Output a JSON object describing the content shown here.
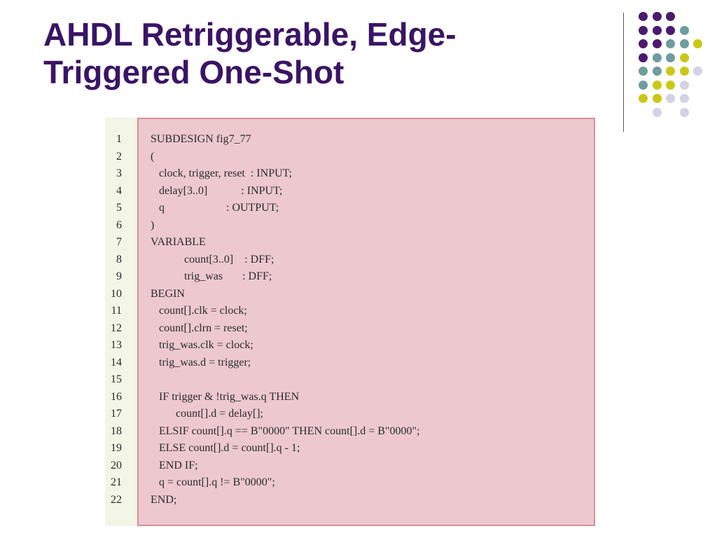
{
  "slide": {
    "title_line1": "AHDL Retriggerable, Edge-",
    "title_line2": "Triggered One-Shot"
  },
  "colors": {
    "title": "#3a1466",
    "purple": "#4b1a6e",
    "teal": "#6f9c9e",
    "yellow": "#c9c818",
    "lavender": "#d3d2e6",
    "code_background": "#edc9cf",
    "code_border": "#d88e99"
  },
  "decoration": {
    "dot_grid": [
      [
        "purple",
        "purple",
        "purple",
        "",
        ""
      ],
      [
        "purple",
        "purple",
        "purple",
        "teal",
        ""
      ],
      [
        "purple",
        "purple",
        "teal",
        "teal",
        "yellow"
      ],
      [
        "purple",
        "teal",
        "teal",
        "yellow",
        ""
      ],
      [
        "teal",
        "teal",
        "yellow",
        "yellow",
        "lavender"
      ],
      [
        "teal",
        "yellow",
        "yellow",
        "lavender",
        ""
      ],
      [
        "yellow",
        "yellow",
        "lavender",
        "lavender",
        ""
      ],
      [
        "",
        "lavender",
        "",
        "lavender",
        ""
      ]
    ]
  },
  "code": {
    "lines": [
      {
        "num": "1",
        "text": "SUBDESIGN fig7_77"
      },
      {
        "num": "2",
        "text": "("
      },
      {
        "num": "3",
        "text": "   clock, trigger, reset  : INPUT;"
      },
      {
        "num": "4",
        "text": "   delay[3..0]            : INPUT;"
      },
      {
        "num": "5",
        "text": "   q                      : OUTPUT;"
      },
      {
        "num": "6",
        "text": ")"
      },
      {
        "num": "7",
        "text": "VARIABLE"
      },
      {
        "num": "8",
        "text": "            count[3..0]    : DFF;"
      },
      {
        "num": "9",
        "text": "            trig_was       : DFF;"
      },
      {
        "num": "10",
        "text": "BEGIN"
      },
      {
        "num": "11",
        "text": "   count[].clk = clock;"
      },
      {
        "num": "12",
        "text": "   count[].clrn = reset;"
      },
      {
        "num": "13",
        "text": "   trig_was.clk = clock;"
      },
      {
        "num": "14",
        "text": "   trig_was.d = trigger;"
      },
      {
        "num": "15",
        "text": ""
      },
      {
        "num": "16",
        "text": "   IF trigger & !trig_was.q THEN"
      },
      {
        "num": "17",
        "text": "         count[].d = delay[];"
      },
      {
        "num": "18",
        "text": "   ELSIF count[].q == B\"0000\" THEN count[].d = B\"0000\";"
      },
      {
        "num": "19",
        "text": "   ELSE count[].d = count[].q - 1;"
      },
      {
        "num": "20",
        "text": "   END IF;"
      },
      {
        "num": "21",
        "text": "   q = count[].q != B\"0000\";"
      },
      {
        "num": "22",
        "text": "END;"
      }
    ]
  }
}
